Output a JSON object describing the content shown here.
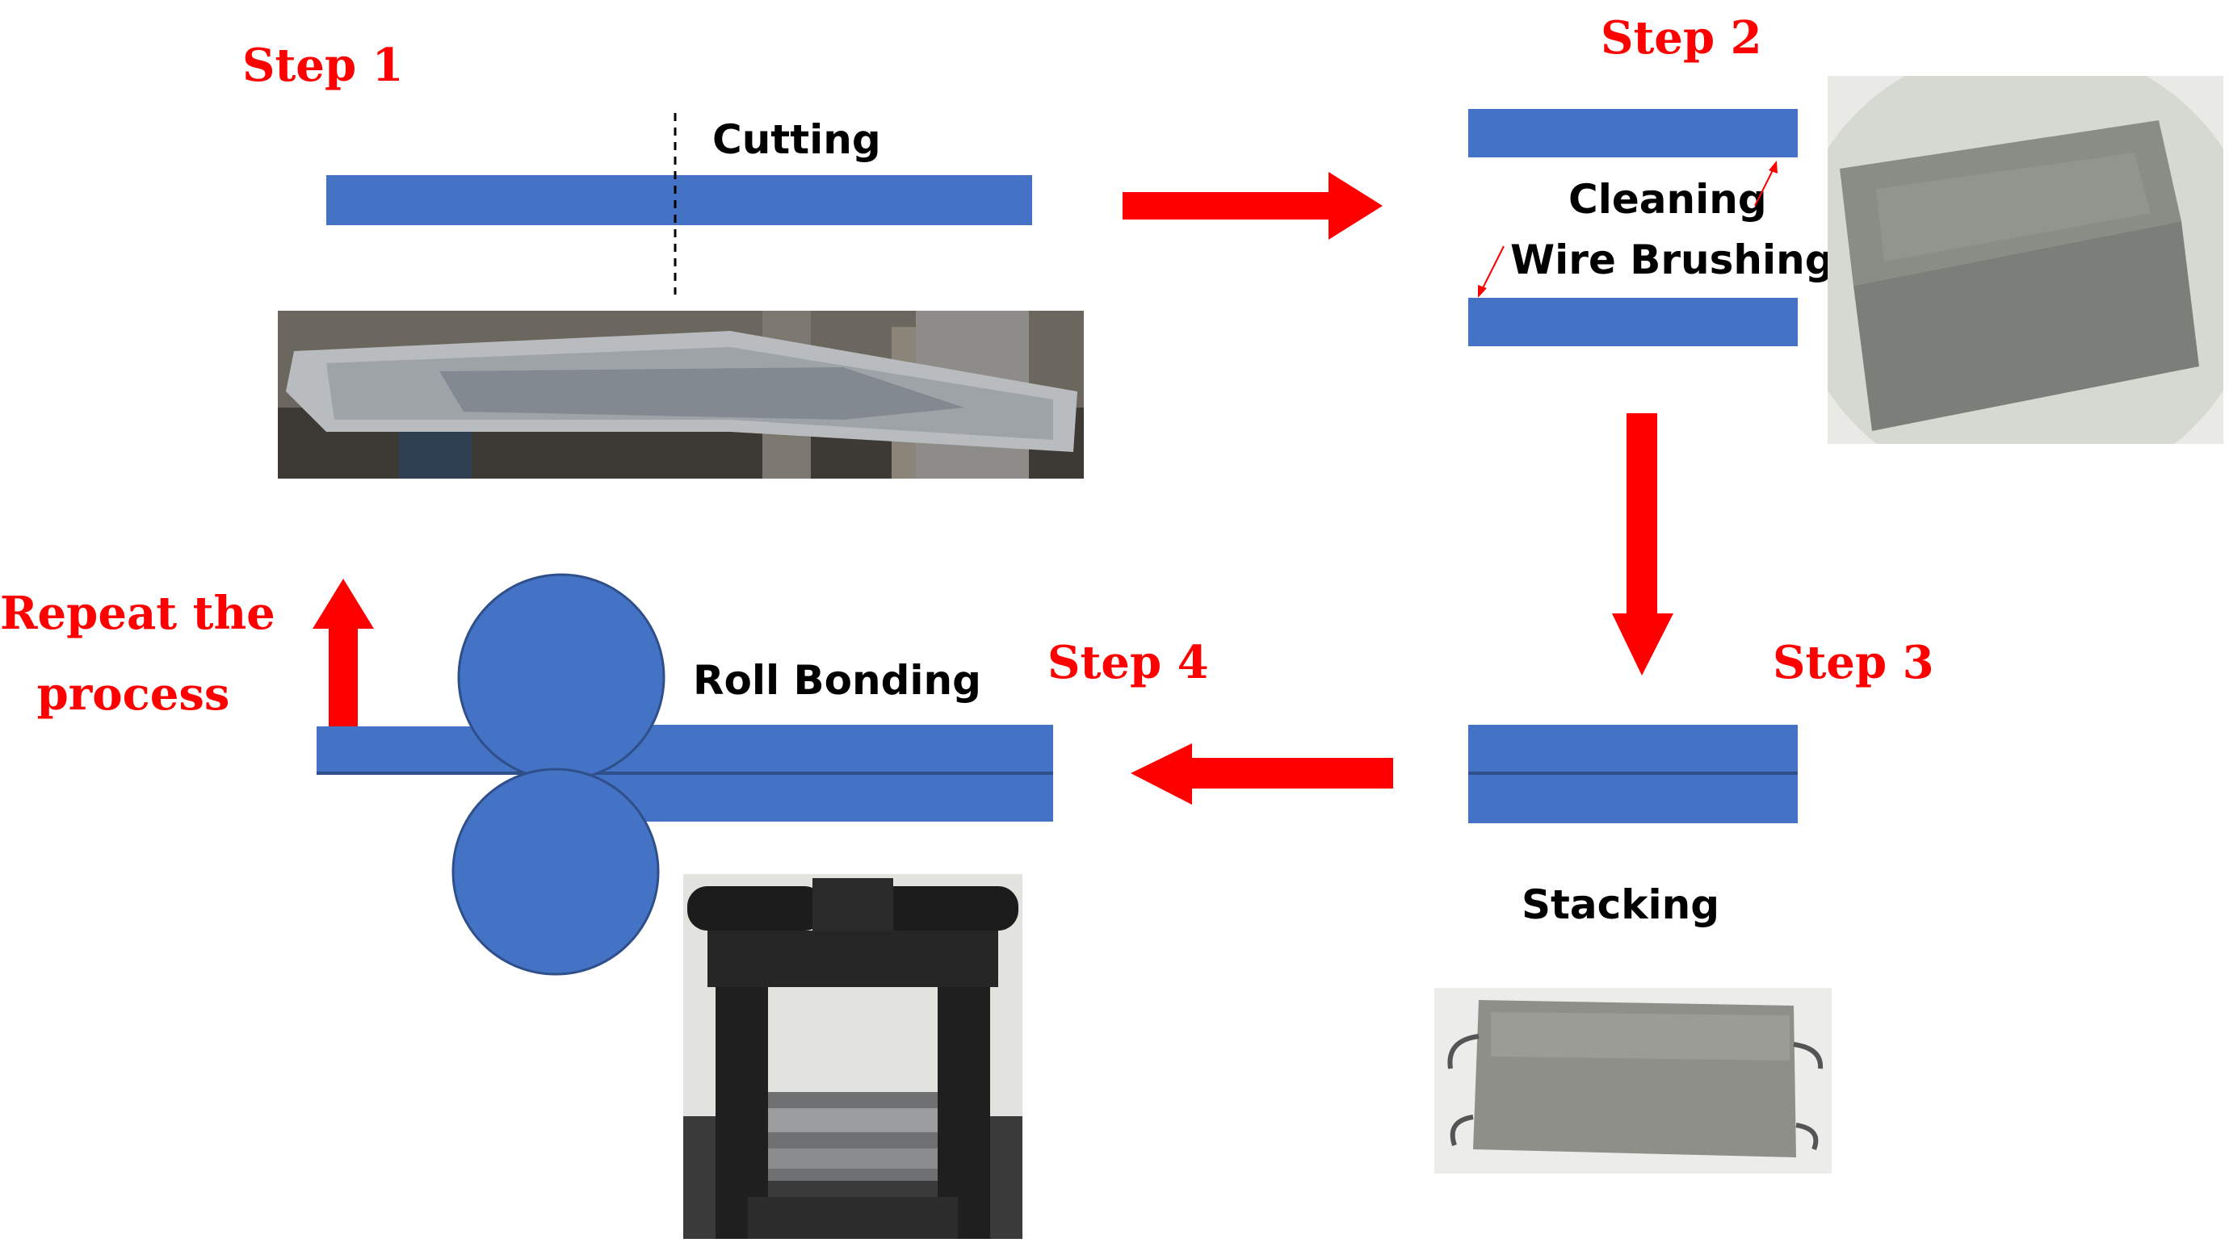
{
  "steps": {
    "step1": "Step 1",
    "step2": "Step 2",
    "step3": "Step 3",
    "step4": "Step 4"
  },
  "labels": {
    "cutting": "Cutting",
    "cleaning": "Cleaning",
    "wire_brushing": "Wire Brushing",
    "stacking": "Stacking",
    "roll_bonding": "Roll Bonding"
  },
  "repeat": {
    "line1": "Repeat the",
    "line2": "process"
  },
  "colors": {
    "plate": "#4472c4",
    "arrow": "#ff0000",
    "step_text": "#ff0000"
  }
}
